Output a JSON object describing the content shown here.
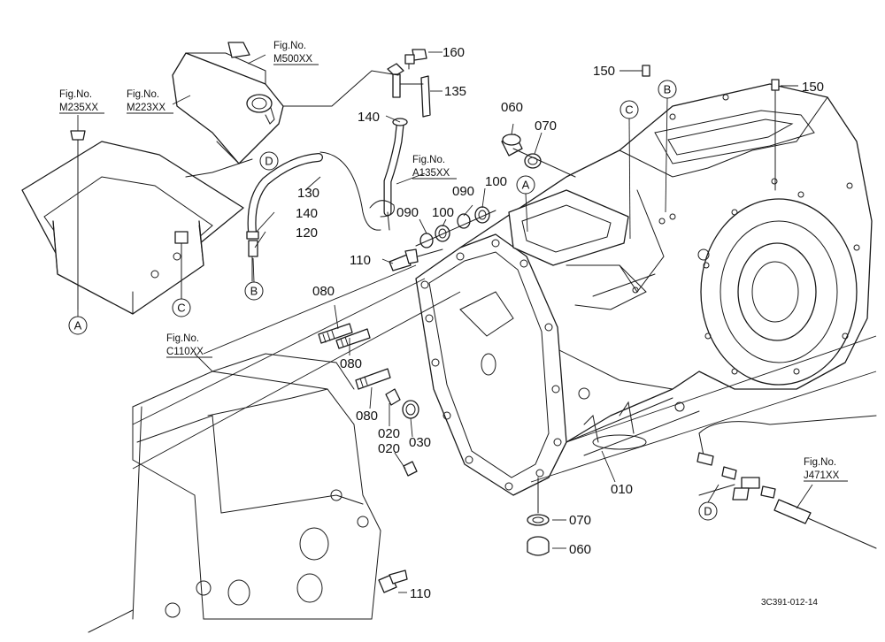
{
  "figure_refs": {
    "m500": {
      "label": "Fig.No.",
      "code": "M500XX"
    },
    "m235": {
      "label": "Fig.No.",
      "code": "M235XX"
    },
    "m223": {
      "label": "Fig.No.",
      "code": "M223XX"
    },
    "a135": {
      "label": "Fig.No.",
      "code": "A135XX"
    },
    "c110": {
      "label": "Fig.No.",
      "code": "C110XX"
    },
    "j471": {
      "label": "Fig.No.",
      "code": "J471XX"
    }
  },
  "part_numbers": {
    "p160": "160",
    "p135": "135",
    "p140_top": "140",
    "p140_mid": "140",
    "p130": "130",
    "p120": "120",
    "p060_top": "060",
    "p070_top": "070",
    "p150_left": "150",
    "p150_right": "150",
    "p100_a": "100",
    "p100_b": "100",
    "p090_a": "090",
    "p090_b": "090",
    "p110_top": "110",
    "p110_bottom": "110",
    "p080_a": "080",
    "p080_b": "080",
    "p080_c": "080",
    "p020_a": "020",
    "p020_b": "020",
    "p030": "030",
    "p010": "010",
    "p070_bottom": "070",
    "p060_bottom": "060"
  },
  "callouts": {
    "a_left": "A",
    "a_center": "A",
    "b_left": "B",
    "b_top": "B",
    "c_left": "C",
    "c_top": "C",
    "d_hose": "D",
    "d_right": "D"
  },
  "drawing_code": "3C391-012-14"
}
